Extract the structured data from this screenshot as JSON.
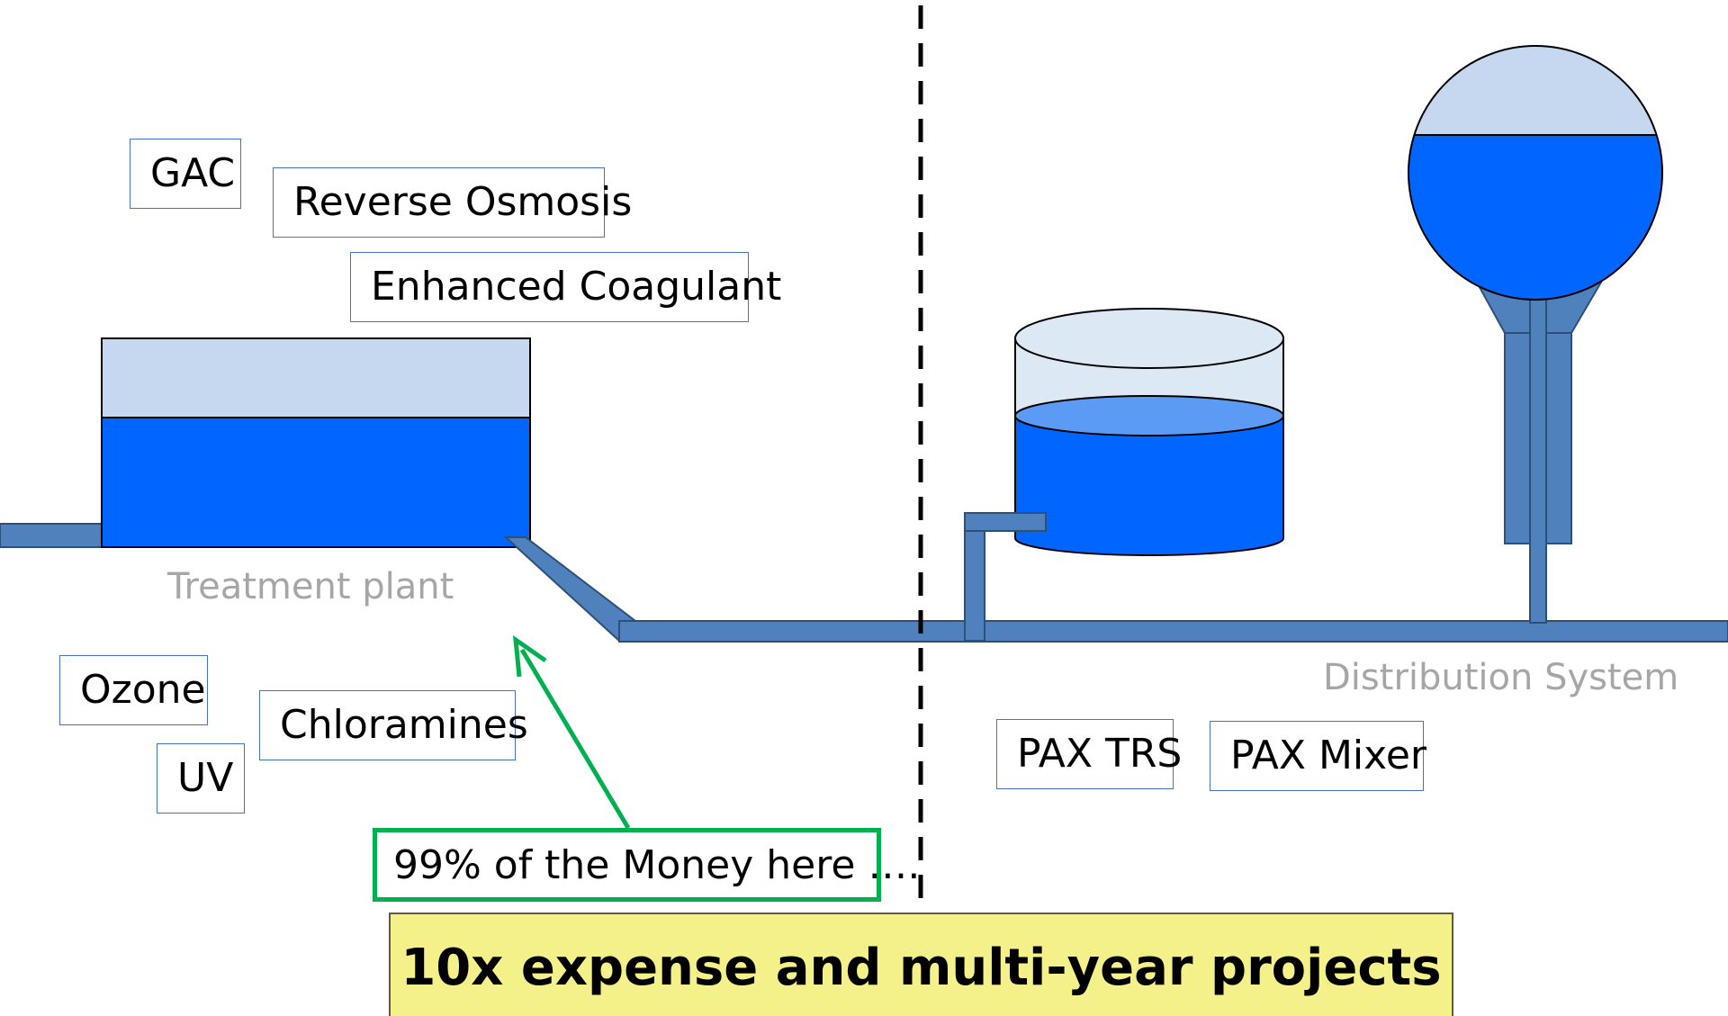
{
  "treatment_options": [
    "GAC",
    "Reverse Osmosis",
    "Enhanced Coagulant",
    "Ozone",
    "Chloramines",
    "UV"
  ],
  "distribution_options": [
    "PAX TRS",
    "PAX Mixer"
  ],
  "captions": {
    "treatment": "Treatment plant",
    "distribution": "Distribution System"
  },
  "callout": "99% of the Money here ….",
  "banner": "10x expense and multi-year projects",
  "colors": {
    "water": "#0066ff",
    "air": "#c5d8ef",
    "pipe": "#4f81bd",
    "outline": "#000000",
    "label_border": "#4472c4",
    "callout_green": "#00b050",
    "banner_fill": "#f4f08a",
    "caption_gray": "#a6a6a6"
  }
}
